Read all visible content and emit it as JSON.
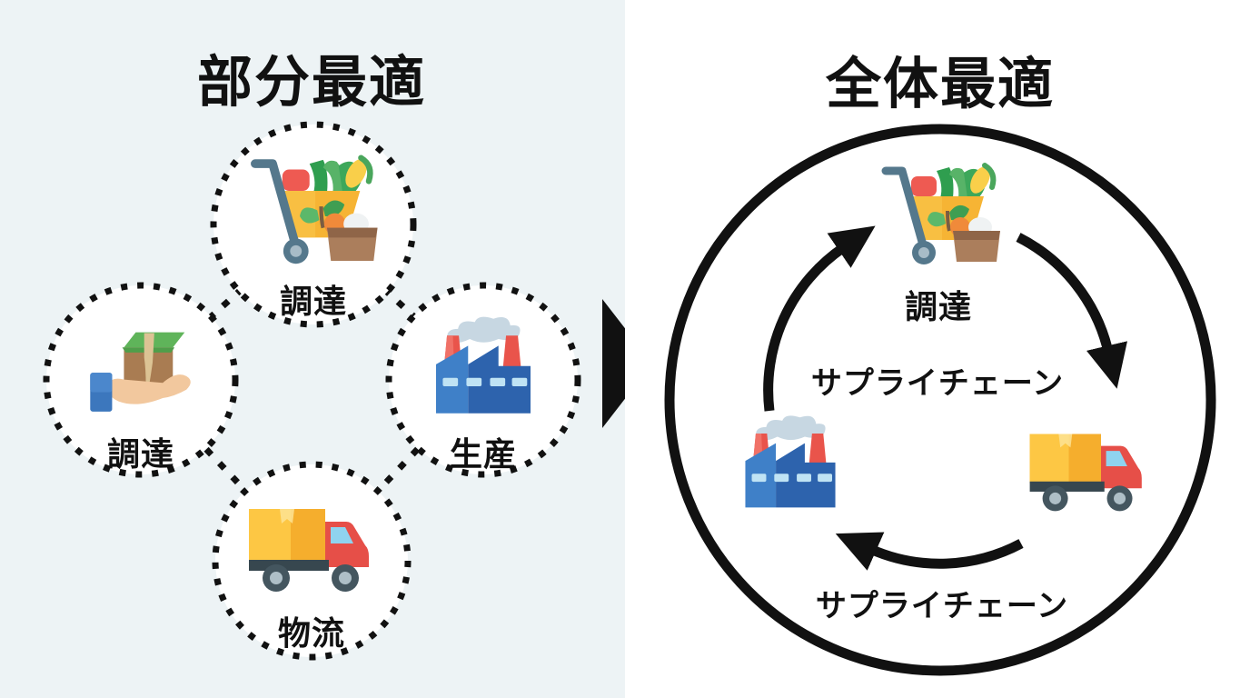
{
  "left_panel": {
    "title": "部分最適",
    "nodes": [
      {
        "label": "調達",
        "icon": "grocery-cart-icon"
      },
      {
        "label": "調達",
        "icon": "hand-holding-soil-icon"
      },
      {
        "label": "生産",
        "icon": "factory-icon"
      },
      {
        "label": "物流",
        "icon": "delivery-truck-icon"
      }
    ]
  },
  "divider": {
    "arrow_icon": "right-triangle-arrow-icon"
  },
  "right_panel": {
    "title": "全体最適",
    "top_node_label": "調達",
    "center_label": "サプライチェーン",
    "bottom_label": "サプライチェーン",
    "cycle_direction": "clockwise",
    "cycle_icons": [
      "grocery-cart-icon",
      "delivery-truck-icon",
      "factory-icon"
    ]
  },
  "colors": {
    "left_background": "#edf3f5",
    "right_background": "#ffffff",
    "line_black": "#111111",
    "cart_yellow": "#f6b434",
    "cart_handle_gray_blue": "#55788c",
    "factory_blue_light": "#3f80c8",
    "factory_blue_dark": "#2d63ad",
    "chimney_red": "#e9544b",
    "window_light_blue": "#bfe3f4",
    "truck_yellow": "#fbc132",
    "truck_cab_red": "#e64f48",
    "chassis_dark": "#37474f",
    "hand_skin": "#f2c89e",
    "sleeve_blue": "#3c77bd",
    "soil_brown": "#a97c52",
    "grass_green": "#5fb45a",
    "smoke_gray": "#c7d7e2"
  }
}
